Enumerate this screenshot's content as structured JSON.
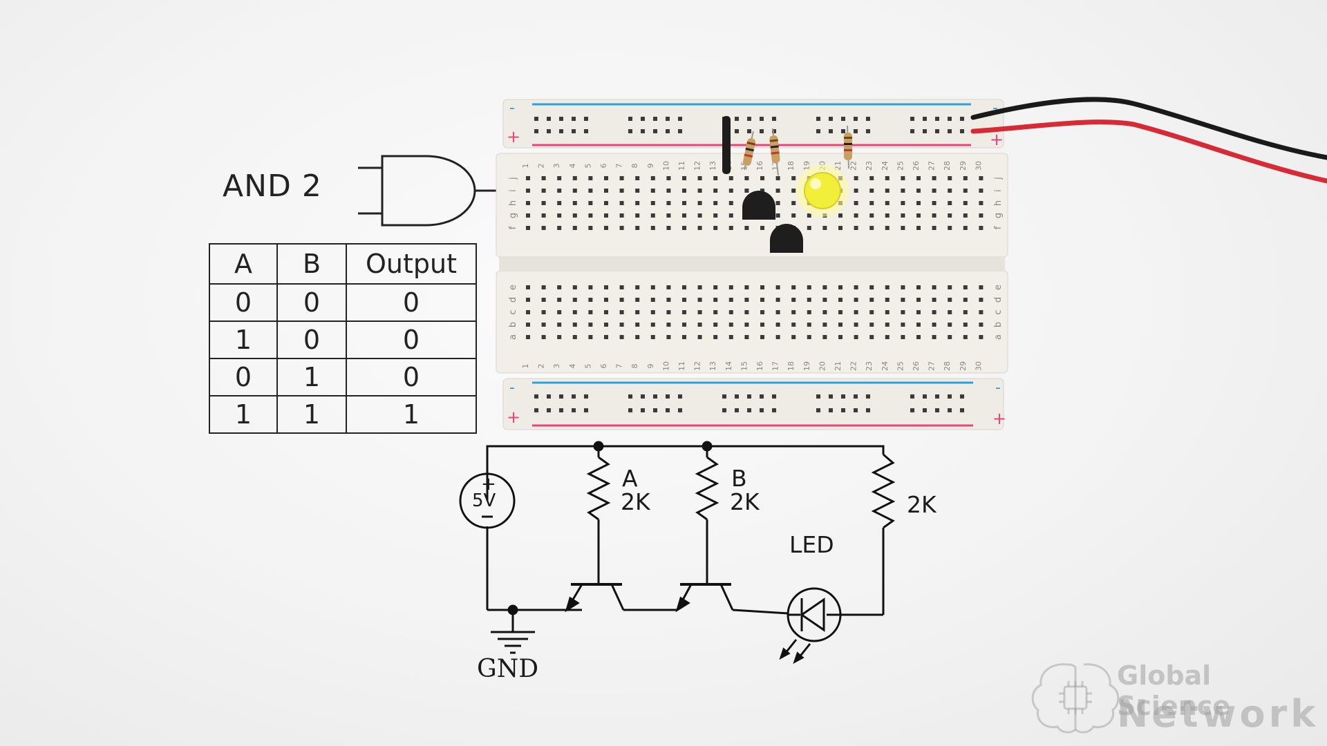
{
  "gate": {
    "title": "AND 2"
  },
  "truth_table": {
    "headers": [
      "A",
      "B",
      "Output"
    ],
    "rows": [
      [
        "0",
        "0",
        "0"
      ],
      [
        "1",
        "0",
        "0"
      ],
      [
        "0",
        "1",
        "0"
      ],
      [
        "1",
        "1",
        "1"
      ]
    ]
  },
  "breadboard": {
    "column_numbers": [
      "1",
      "2",
      "3",
      "4",
      "5",
      "6",
      "7",
      "8",
      "9",
      "10",
      "11",
      "12",
      "13",
      "14",
      "15",
      "16",
      "17",
      "18",
      "19",
      "20",
      "21",
      "22",
      "23",
      "24",
      "25",
      "26",
      "27",
      "28",
      "29",
      "30"
    ],
    "top_rows": [
      "j",
      "i",
      "h",
      "g",
      "f"
    ],
    "bottom_rows": [
      "e",
      "d",
      "c",
      "b",
      "a"
    ],
    "rail_minus": "-",
    "rail_plus": "+",
    "colors": {
      "board": "#f2efe9",
      "rail_blue": "#2aa0dd",
      "rail_red": "#e8437a",
      "led": "#f2ef3a"
    }
  },
  "schematic": {
    "source_label": "5V",
    "source_plus": "+",
    "source_minus": "−",
    "resistor_a": {
      "name": "A",
      "value": "2K"
    },
    "resistor_b": {
      "name": "B",
      "value": "2K"
    },
    "resistor_led": {
      "value": "2K"
    },
    "led_label": "LED",
    "ground_label": "GND"
  },
  "watermark": {
    "line1": "Global Science",
    "line2": "Network"
  }
}
